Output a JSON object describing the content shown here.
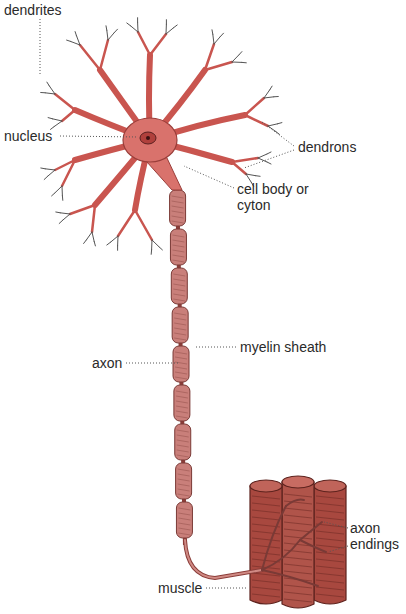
{
  "diagram": {
    "labels": [
      "dendrites",
      "dendrons",
      "nucleus",
      "cell body or cyton",
      "myelin sheath",
      "axon",
      "axon endings",
      "muscle"
    ]
  }
}
